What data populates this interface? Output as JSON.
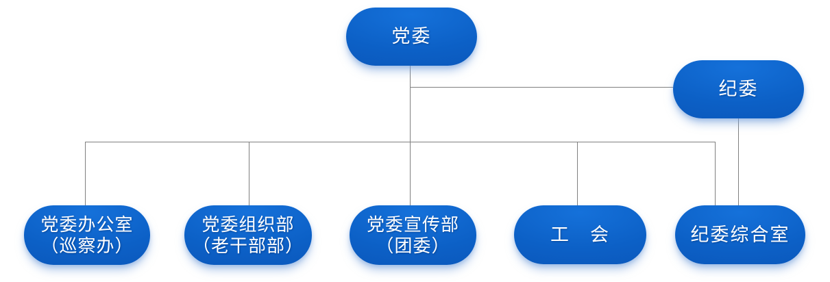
{
  "diagram": {
    "type": "org-chart",
    "colors": {
      "background": "#ffffff",
      "node_fill_top": "#1571da",
      "node_fill_mid": "#0c60c6",
      "node_fill_bottom": "#0a55b8",
      "node_text": "#ffffff",
      "connector": "#7f7f7f"
    },
    "nodes": [
      {
        "id": "dangwei",
        "lines": [
          "党委"
        ]
      },
      {
        "id": "jiwei",
        "lines": [
          "纪委"
        ]
      },
      {
        "id": "dangwei-bangongshi",
        "lines": [
          "党委办公室",
          "（巡察办）"
        ]
      },
      {
        "id": "dangwei-zuzhibu",
        "lines": [
          "党委组织部",
          "（老干部部）"
        ]
      },
      {
        "id": "dangwei-xuanchuanbu",
        "lines": [
          "党委宣传部",
          "（团委）"
        ]
      },
      {
        "id": "gonghui",
        "lines": [
          "工　会"
        ]
      },
      {
        "id": "jiwei-zongheshi",
        "lines": [
          "纪委综合室"
        ]
      }
    ],
    "edges": [
      {
        "from": "党委",
        "to": "纪委"
      },
      {
        "from": "党委",
        "to": "党委办公室（巡察办）"
      },
      {
        "from": "党委",
        "to": "党委组织部（老干部部）"
      },
      {
        "from": "党委",
        "to": "党委宣传部（团委）"
      },
      {
        "from": "党委",
        "to": "工会"
      },
      {
        "from": "党委",
        "to": "纪委综合室"
      },
      {
        "from": "纪委",
        "to": "纪委综合室"
      }
    ]
  }
}
